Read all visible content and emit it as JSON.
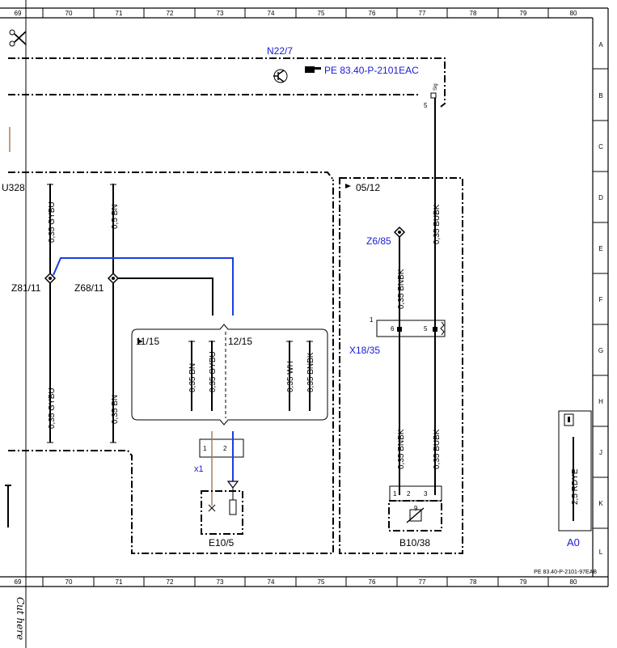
{
  "grid": {
    "columns": [
      "69",
      "70",
      "71",
      "72",
      "73",
      "74",
      "75",
      "76",
      "77",
      "78",
      "79",
      "80"
    ],
    "rows": [
      "A",
      "B",
      "C",
      "D",
      "E",
      "F",
      "G",
      "H",
      "J",
      "K",
      "L"
    ]
  },
  "title_block": {
    "code": "PE 83.40-P-2101-97EAB"
  },
  "cut_text": "Cut here",
  "components": {
    "n22_7": {
      "label": "N22/7",
      "ref": "PE 83.40-P-2101EAC",
      "pin": "5",
      "pin_name": "Sig"
    },
    "z81_11": {
      "label": "Z81/11"
    },
    "z68_11": {
      "label": "Z68/11"
    },
    "z6_85": {
      "label": "Z6/85"
    },
    "x18_35": {
      "label": "X18/35",
      "pin_left": "1",
      "pin_a": "6",
      "pin_b": "5"
    },
    "x1": {
      "label": "x1",
      "pin1": "1",
      "pin2": "2"
    },
    "e10_5": {
      "label": "E10/5"
    },
    "b10_38": {
      "label": "B10/38",
      "pin1": "1",
      "pin2": "2",
      "pin3": "3",
      "sym": "9"
    },
    "a0": {
      "label": "A0",
      "wire": "2,5 RDYE"
    },
    "u328": {
      "label": "U328"
    }
  },
  "refs": {
    "r1": "05/12",
    "r2": "11/15",
    "r3": "12/15"
  },
  "wires": {
    "w1": "0,35 GYBU",
    "w2": "0,5 BN",
    "w3": "0,35 BUBK",
    "w4": "0,35 BNBK",
    "w5": "0,35 BN",
    "w6": "0,35 GYBU",
    "w7": "0,35 WH",
    "w8": "0,35 BNBK",
    "w9": "0,35 GYBU",
    "w10": "0,35 BN",
    "w11": "0,35 BNBK",
    "w12": "0,35 BUBK"
  }
}
